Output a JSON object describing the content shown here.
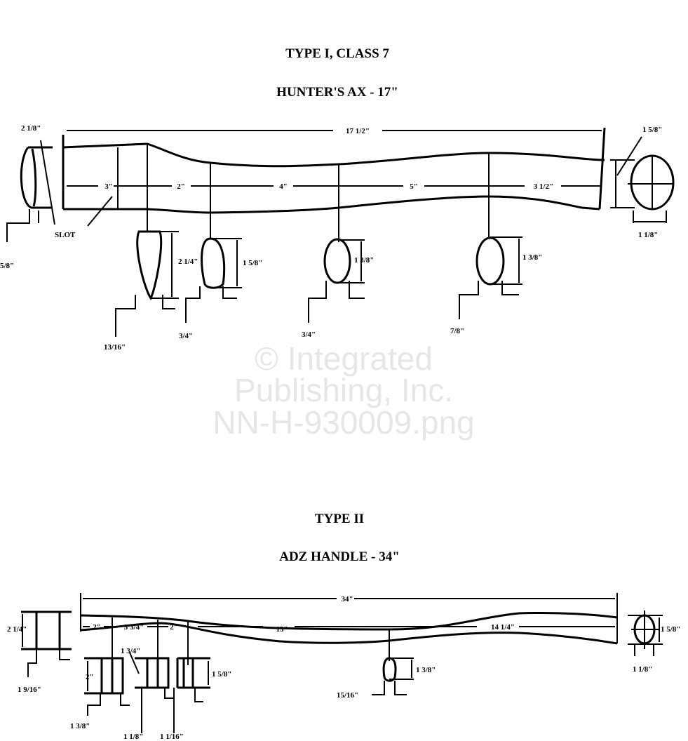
{
  "type1": {
    "title": "TYPE I, CLASS 7",
    "subtitle": "HUNTER'S AX - 17\"",
    "dims": {
      "overall": "17 1/2\"",
      "end_left_height": "2 1/8\"",
      "end_right_height": "1 5/8\"",
      "end_right_width": "1 1/8\"",
      "seg1": "3\"",
      "seg2": "2\"",
      "seg3": "4\"",
      "seg4": "5\"",
      "seg5": "3 1/2\"",
      "slot": "SLOT",
      "slot_width": "5/8\"",
      "sec1_h": "2 1/4\"",
      "sec1_w": "13/16\"",
      "sec2_h": "1 5/8\"",
      "sec2_w": "3/4\"",
      "sec3_h": "1 3/8\"",
      "sec3_w": "3/4\"",
      "sec4_h": "1 3/8\"",
      "sec4_w": "7/8\""
    }
  },
  "type2": {
    "title": "TYPE II",
    "subtitle": "ADZ HANDLE - 34\"",
    "dims": {
      "overall": "34\"",
      "end_left_height": "2 1/4\"",
      "end_left_width": "1 9/16\"",
      "seg1": "2\"",
      "seg2": "3 3/4\"",
      "seg3": "2\"",
      "seg4": "13\"",
      "seg5": "14 1/4\"",
      "end_right_height": "1 5/8\"",
      "end_right_width": "1 1/8\"",
      "sec1_h": "2\"",
      "sec1_w": "1 3/8\"",
      "sec2_h": "1 3/4\"",
      "sec2_w": "1 1/8\"",
      "sec3_h": "1 5/8\"",
      "sec3_w": "1 1/16\"",
      "sec4_h": "1 3/8\"",
      "sec4_w": "15/16\""
    }
  },
  "watermark": [
    "© Integrated",
    "Publishing, Inc.",
    "NN-H-930009.png"
  ]
}
